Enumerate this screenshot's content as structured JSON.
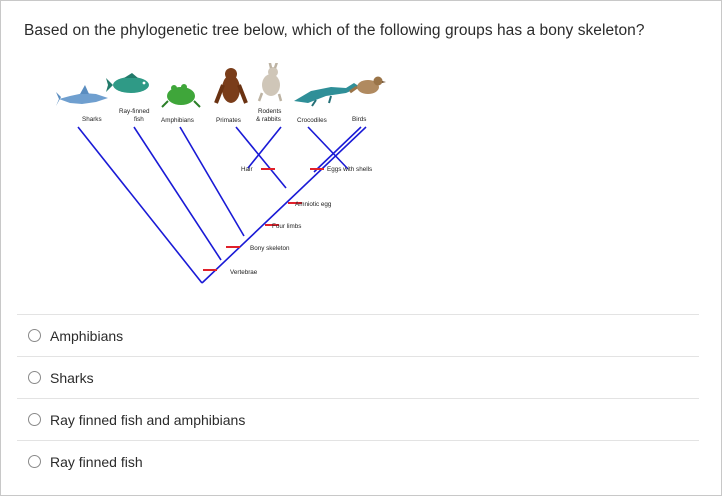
{
  "question": "Based on the phylogenetic tree below, which of the following groups has a bony skeleton?",
  "tree": {
    "taxa": [
      "Sharks",
      "Ray-finned fish",
      "Amphibians",
      "Primates",
      "Rodents & rabbits",
      "Crocodiles",
      "Birds"
    ],
    "taxa_display": {
      "sharks": "Sharks",
      "rayfinned_1": "Ray-finned",
      "rayfinned_2": "fish",
      "amphibians": "Amphibians",
      "primates": "Primates",
      "rodents_1": "Rodents",
      "rodents_2": "& rabbits",
      "crocodiles": "Crocodiles",
      "birds": "Birds"
    },
    "traits": {
      "hair": "Hair",
      "eggs_with_shells": "Eggs with shells",
      "amniotic_egg": "Amniotic egg",
      "four_limbs": "Four limbs",
      "bony_skeleton": "Bony skeleton",
      "vertebrae": "Vertebrae"
    },
    "line_color": "#1a1ad6",
    "marker_color": "#e0202a"
  },
  "options": [
    {
      "label": "Amphibians"
    },
    {
      "label": "Sharks"
    },
    {
      "label": "Ray finned fish and amphibians"
    },
    {
      "label": "Ray finned fish"
    }
  ]
}
